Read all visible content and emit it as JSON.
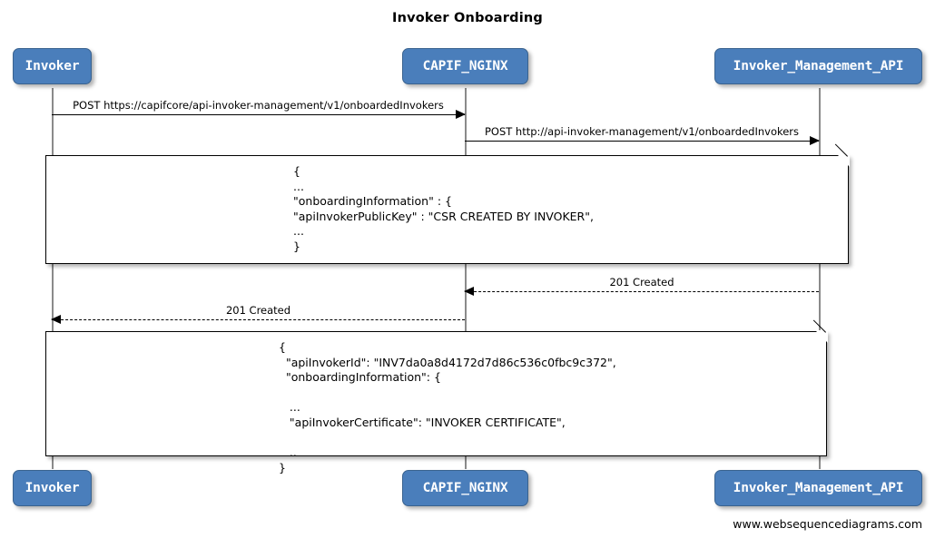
{
  "diagram": {
    "title": "Invoker Onboarding",
    "watermark": "www.websequencediagrams.com",
    "colors": {
      "participant_fill": "#4a7ebb",
      "participant_border": "#3a638f",
      "participant_text": "#ffffff",
      "line": "#000000",
      "lifeline": "#8a8a8a",
      "background": "#ffffff"
    }
  },
  "participants": [
    {
      "id": "invoker",
      "label": "Invoker"
    },
    {
      "id": "capif_nginx",
      "label": "CAPIF_NGINX"
    },
    {
      "id": "invoker_management_api",
      "label": "Invoker_Management_API"
    }
  ],
  "messages": [
    {
      "id": "msg-1",
      "label": "POST https://capifcore/api-invoker-management/v1/onboardedInvokers",
      "from": "invoker",
      "to": "capif_nginx",
      "style": "solid",
      "direction": "right"
    },
    {
      "id": "msg-2",
      "label": "POST http://api-invoker-management/v1/onboardedInvokers",
      "from": "capif_nginx",
      "to": "invoker_management_api",
      "style": "solid",
      "direction": "right"
    },
    {
      "id": "msg-3",
      "label": "201 Created",
      "from": "invoker_management_api",
      "to": "capif_nginx",
      "style": "dashed",
      "direction": "left"
    },
    {
      "id": "msg-4",
      "label": "201 Created",
      "from": "capif_nginx",
      "to": "invoker",
      "style": "dashed",
      "direction": "left"
    }
  ],
  "notes": [
    {
      "id": "note-1",
      "text": "{\n...\n\"onboardingInformation\" : {\n\"apiInvokerPublicKey\" : \"CSR CREATED BY INVOKER\",\n...\n}"
    },
    {
      "id": "note-2",
      "text": "{\n  \"apiInvokerId\": \"INV7da0a8d4172d7d86c536c0fbc9c372\",\n  \"onboardingInformation\": {\n\n   ...\n   \"apiInvokerCertificate\": \"INVOKER CERTIFICATE\",\n\n   ..\n}"
    }
  ]
}
